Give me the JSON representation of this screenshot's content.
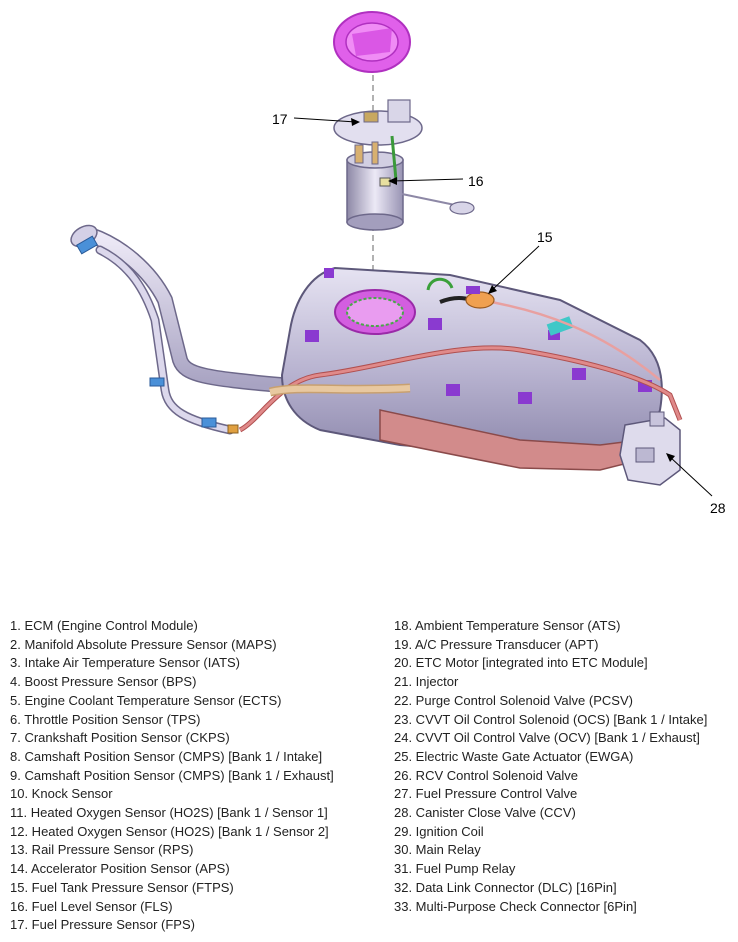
{
  "callouts": {
    "c17": "17",
    "c16": "16",
    "c15": "15",
    "c28": "28"
  },
  "legend_left": [
    "1. ECM (Engine Control Module)",
    "2. Manifold Absolute Pressure Sensor (MAPS)",
    "3. Intake Air Temperature Sensor (IATS)",
    "4. Boost Pressure Sensor (BPS)",
    "5. Engine Coolant Temperature Sensor (ECTS)",
    "6. Throttle Position Sensor (TPS)",
    "7. Crankshaft Position Sensor (CKPS)",
    "8. Camshaft Position Sensor (CMPS) [Bank 1 / Intake]",
    "9. Camshaft Position Sensor (CMPS) [Bank 1 / Exhaust]",
    "10. Knock Sensor",
    "11. Heated Oxygen Sensor (HO2S) [Bank 1 / Sensor 1]",
    "12. Heated Oxygen Sensor (HO2S) [Bank 1 / Sensor 2]",
    "13. Rail Pressure Sensor (RPS)",
    "14. Accelerator Position Sensor (APS)",
    "15. Fuel Tank Pressure Sensor (FTPS)",
    "16. Fuel Level Sensor (FLS)",
    "17. Fuel Pressure Sensor (FPS)"
  ],
  "legend_right": [
    "18. Ambient Temperature Sensor (ATS)",
    "19. A/C Pressure Transducer (APT)",
    "20. ETC Motor [integrated into ETC Module]",
    "21. Injector",
    "22. Purge Control Solenoid Valve (PCSV)",
    "23. CVVT Oil Control Solenoid (OCS) [Bank 1 / Intake]",
    "24. CVVT Oil Control Valve (OCV) [Bank 1 / Exhaust]",
    "25. Electric Waste Gate Actuator (EWGA)",
    "26. RCV Control Solenoid Valve",
    "27. Fuel Pressure Control Valve",
    "28. Canister Close Valve (CCV)",
    "29. Ignition Coil",
    "30. Main Relay",
    "31. Fuel Pump Relay",
    "32. Data Link Connector (DLC) [16Pin]",
    "33. Multi-Purpose Check Connector [6Pin]"
  ]
}
